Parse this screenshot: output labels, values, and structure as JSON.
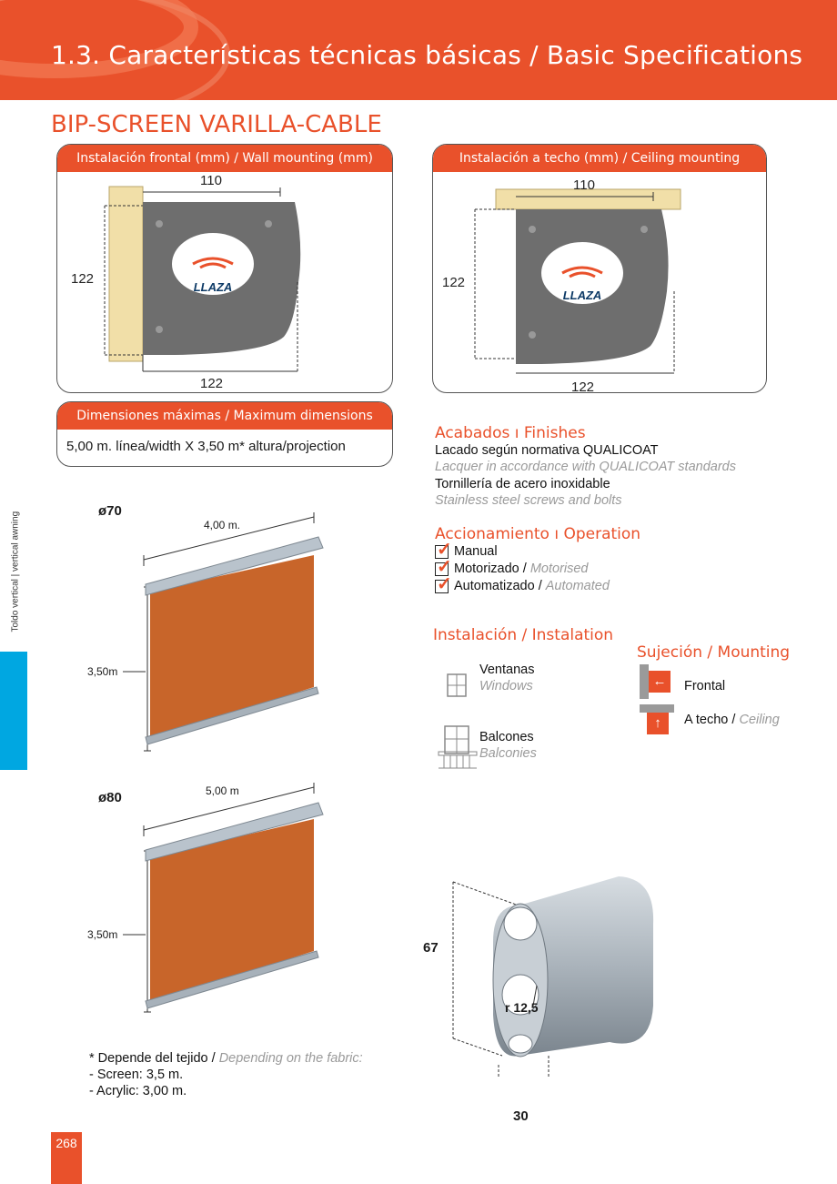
{
  "header": {
    "title": "1.3. Características técnicas básicas / Basic Specifications"
  },
  "product": {
    "title": "BIP-SCREEN VARILLA-CABLE"
  },
  "wall_panel": {
    "title": "Instalación frontal (mm) / Wall mounting (mm)",
    "dim_top": "110",
    "dim_left": "122",
    "dim_bottom": "122",
    "logo": "LLAZA"
  },
  "ceiling_panel": {
    "title": "Instalación a techo (mm) / Ceiling mounting",
    "dim_top": "110",
    "dim_left": "122",
    "dim_bottom": "122",
    "logo": "LLAZA"
  },
  "max_dims": {
    "title": "Dimensiones máximas / Maximum dimensions",
    "value": "5,00 m. línea/width X 3,50 m* altura/projection"
  },
  "awning_70": {
    "diameter": "ø70",
    "width": "4,00 m.",
    "height": "3,50m"
  },
  "awning_80": {
    "diameter": "ø80",
    "width": "5,00 m",
    "height": "3,50m"
  },
  "footnote": {
    "line1_es": "* Depende del  tejido /",
    "line1_en": "Depending on  the  fabric:",
    "line2": "- Screen: 3,5 m.",
    "line3": "- Acrylic: 3,00 m."
  },
  "finishes": {
    "title": "Acabados ı Finishes",
    "items": [
      {
        "es": "Lacado según normativa QUALICOAT",
        "en": "Lacquer in accordance with QUALICOAT standards"
      },
      {
        "es": "Tornillería de acero inoxidable",
        "en": "Stainless steel screws and bolts"
      }
    ]
  },
  "operation": {
    "title": "Accionamiento ı Operation",
    "items": [
      {
        "es": "Manual",
        "en": ""
      },
      {
        "es": "Motorizado /",
        "en": "Motorised"
      },
      {
        "es": "Automatizado /",
        "en": "Automated"
      }
    ]
  },
  "installation": {
    "title": "Instalación / Instalation",
    "items": [
      {
        "es": "Ventanas",
        "en": "Windows"
      },
      {
        "es": "Balcones",
        "en": "Balconies"
      }
    ]
  },
  "mounting": {
    "title": "Sujeción / Mounting",
    "frontal": "Frontal",
    "ceiling_es": "A techo /",
    "ceiling_en": "Ceiling"
  },
  "profile": {
    "height": "67",
    "radius": "r 12,5",
    "width": "30"
  },
  "side_tab": {
    "text": "Toldo vertical | vertical awning"
  },
  "page": {
    "number": "268"
  },
  "colors": {
    "accent": "#e9512b",
    "side_tab": "#00a7e1",
    "fabric": "#c8652a",
    "wall": "#f1dfa8"
  },
  "icons": [
    "check-icon",
    "window-icon",
    "balcony-icon",
    "arrow-left-icon",
    "arrow-up-icon"
  ]
}
